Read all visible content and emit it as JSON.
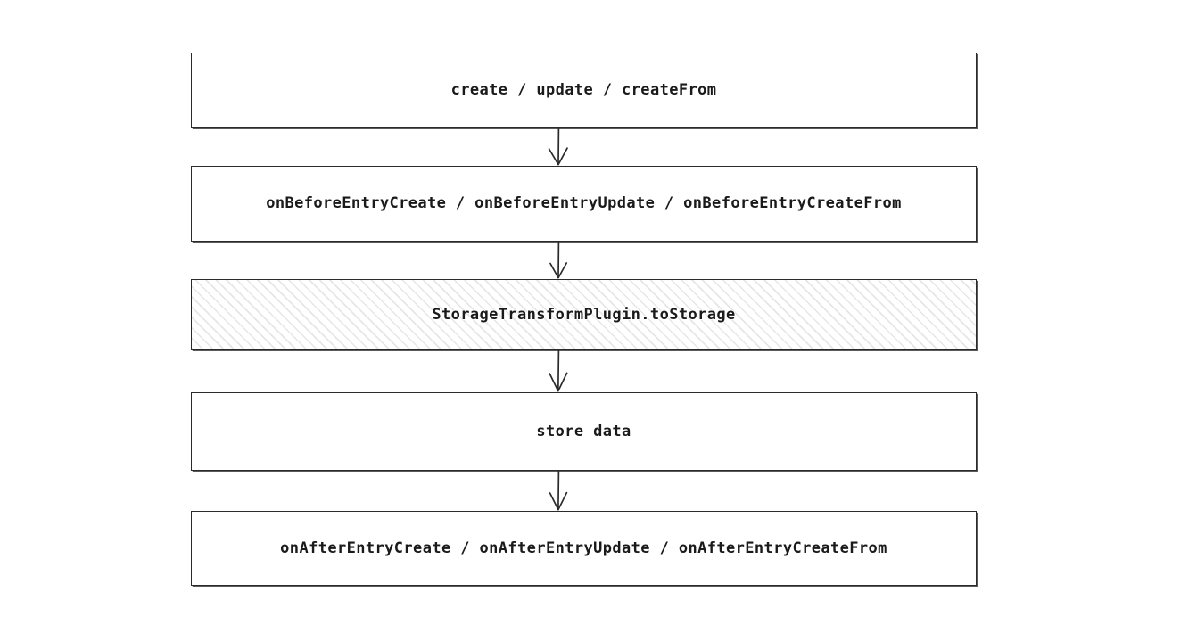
{
  "diagram": {
    "type": "flowchart",
    "orientation": "top-to-bottom",
    "background_color": "#ffffff",
    "node_border_color": "#2b2b2b",
    "node_text_color": "#1a1a1a",
    "hatch_color": "#e6e6e6",
    "nodes": [
      {
        "id": "entry-operations",
        "label": "create / update / createFrom",
        "style": "plain"
      },
      {
        "id": "before-entry-lifecycle-events",
        "label": "onBeforeEntryCreate / onBeforeEntryUpdate / onBeforeEntryCreateFrom",
        "style": "plain"
      },
      {
        "id": "storage-transform-plugin-to-storage",
        "label": "StorageTransformPlugin.toStorage",
        "style": "hatched"
      },
      {
        "id": "store-data",
        "label": "store data",
        "style": "plain"
      },
      {
        "id": "after-entry-lifecycle-events",
        "label": "onAfterEntryCreate / onAfterEntryUpdate / onAfterEntryCreateFrom",
        "style": "plain"
      }
    ],
    "connectors": [
      {
        "id": "conn-1",
        "from": "entry-operations",
        "to": "before-entry-lifecycle-events",
        "arrow": "down"
      },
      {
        "id": "conn-2",
        "from": "before-entry-lifecycle-events",
        "to": "storage-transform-plugin-to-storage",
        "arrow": "down"
      },
      {
        "id": "conn-3",
        "from": "storage-transform-plugin-to-storage",
        "to": "store-data",
        "arrow": "down"
      },
      {
        "id": "conn-4",
        "from": "store-data",
        "to": "after-entry-lifecycle-events",
        "arrow": "down"
      }
    ]
  }
}
